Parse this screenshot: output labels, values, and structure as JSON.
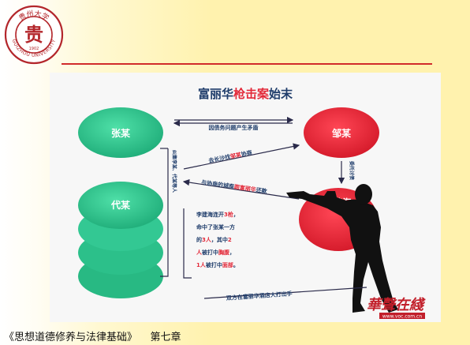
{
  "logo": {
    "top_text": "贵州大学",
    "bottom_text": "GUIZHOU UNIVERSITY",
    "emblem_char": "贵",
    "year": "1902",
    "icon": "university-seal-icon"
  },
  "diagram": {
    "title_prefix": "富丽华",
    "title_highlight": "枪击案",
    "title_suffix": "始末",
    "nodes": {
      "zhang": "张某",
      "zou": "邹某",
      "dai": "代某",
      "li": "李建海"
    },
    "edges": {
      "dispute": "因债务问题产生矛盾",
      "request_1": "委托讨债",
      "gather": "纠集李某、代某等人",
      "visit_prefix": "去长沙找",
      "visit_highlight": "邹某",
      "visit_suffix": "协商",
      "fight_prefix": "与协商的",
      "fight_mid": "城南",
      "fight_highlight": "跟富丽华",
      "fight_suffix": "还款"
    },
    "note_lines": [
      {
        "pre": "李建海连开",
        "hl": "3枪",
        "post": "，"
      },
      {
        "pre": "命中了张某一方",
        "hl": "",
        "post": ""
      },
      {
        "pre": "的",
        "hl": "3人",
        "post": "，其中",
        "hl2": "2"
      },
      {
        "pre": "",
        "hl": "人",
        "post": "被打中",
        "hl2": "胸腹",
        "post2": "，"
      },
      {
        "pre": "",
        "hl": "1人",
        "post": "被打中",
        "hl2": "面部",
        "post2": "。"
      }
    ],
    "bottom_banner": "双方在富丽华酒店大打出手",
    "watermark_main": "華聲在綫",
    "watermark_url": "www.voc.com.cn",
    "colors": {
      "green_node": "#2ec28f",
      "red_node": "#e32a3a",
      "title": "#1f3d6b",
      "highlight": "#e32a3a",
      "arrow": "#2a2a4a"
    }
  },
  "footer": {
    "course": "《思想道德修养与法律基础》",
    "chapter": "第七章"
  }
}
